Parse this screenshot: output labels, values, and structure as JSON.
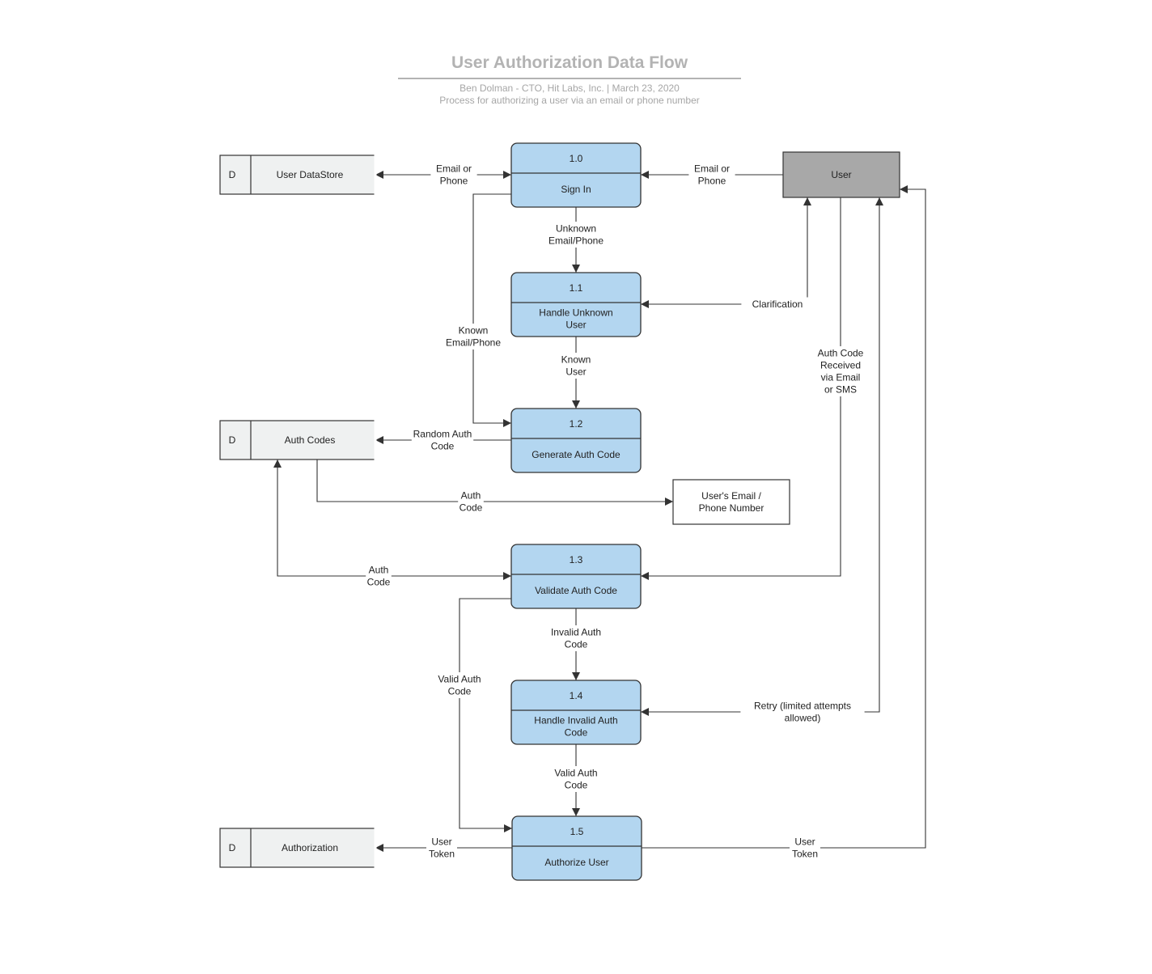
{
  "header": {
    "title": "User Authorization Data Flow",
    "subtitle": "Ben Dolman - CTO, Hit Labs, Inc.  |  March 23, 2020",
    "description": "Process for authorizing a user via an email or phone number"
  },
  "processes": [
    {
      "id": "p10",
      "number": "1.0",
      "label": [
        "Sign In"
      ]
    },
    {
      "id": "p11",
      "number": "1.1",
      "label": [
        "Handle Unknown",
        "User"
      ]
    },
    {
      "id": "p12",
      "number": "1.2",
      "label": [
        "Generate Auth Code"
      ]
    },
    {
      "id": "p13",
      "number": "1.3",
      "label": [
        "Validate Auth Code"
      ]
    },
    {
      "id": "p14",
      "number": "1.4",
      "label": [
        "Handle Invalid Auth",
        "Code"
      ]
    },
    {
      "id": "p15",
      "number": "1.5",
      "label": [
        "Authorize User"
      ]
    }
  ],
  "datastores": [
    {
      "id": "ds1",
      "prefix": "D",
      "label": "User DataStore"
    },
    {
      "id": "ds2",
      "prefix": "D",
      "label": "Auth Codes"
    },
    {
      "id": "ds3",
      "prefix": "D",
      "label": "Authorization"
    }
  ],
  "entities": [
    {
      "id": "user",
      "label": [
        "User"
      ]
    },
    {
      "id": "email",
      "label": [
        "User's Email /",
        "Phone Number"
      ]
    }
  ],
  "flows": [
    {
      "id": "f1",
      "label": [
        "Email or",
        "Phone"
      ]
    },
    {
      "id": "f2",
      "label": [
        "Email or",
        "Phone"
      ]
    },
    {
      "id": "f3",
      "label": [
        "Unknown",
        "Email/Phone"
      ]
    },
    {
      "id": "f4",
      "label": [
        "Clarification"
      ]
    },
    {
      "id": "f5",
      "label": [
        "Known",
        "Email/Phone"
      ]
    },
    {
      "id": "f6",
      "label": [
        "Known",
        "User"
      ]
    },
    {
      "id": "f7",
      "label": [
        "Random Auth",
        "Code"
      ]
    },
    {
      "id": "f8",
      "label": [
        "Auth",
        "Code"
      ]
    },
    {
      "id": "f9",
      "label": [
        "Auth Code",
        "Received",
        "via Email",
        "or SMS"
      ]
    },
    {
      "id": "f10",
      "label": [
        "Auth",
        "Code"
      ]
    },
    {
      "id": "f11",
      "label": [
        "Invalid Auth",
        "Code"
      ]
    },
    {
      "id": "f12",
      "label": [
        "Valid Auth",
        "Code"
      ]
    },
    {
      "id": "f13",
      "label": [
        "Retry (limited attempts",
        "allowed)"
      ]
    },
    {
      "id": "f14",
      "label": [
        "Valid Auth",
        "Code"
      ]
    },
    {
      "id": "f15",
      "label": [
        "User",
        "Token"
      ]
    },
    {
      "id": "f16",
      "label": [
        "User",
        "Token"
      ]
    }
  ]
}
